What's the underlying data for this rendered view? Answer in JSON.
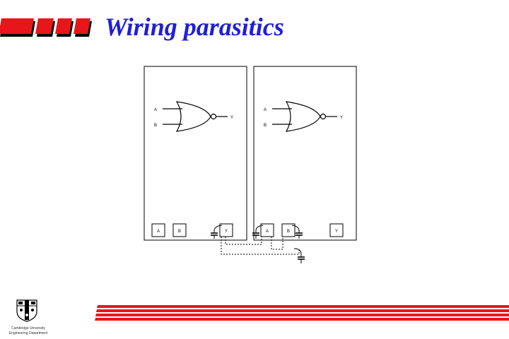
{
  "title": "Wiring parasitics",
  "gate_left": {
    "in_a": "A",
    "in_b": "B",
    "out_y": "Y"
  },
  "gate_right": {
    "in_a": "A",
    "in_b": "B",
    "out_y": "Y"
  },
  "pins_left": [
    "A",
    "B",
    "Y"
  ],
  "pins_right": [
    "A",
    "B",
    "Y"
  ],
  "footer": {
    "line1": "Cambridge University",
    "line2": "Engineering Department"
  },
  "colors": {
    "title": "#1f1fd8",
    "stripes": "#e8161a",
    "ink": "#000000"
  }
}
